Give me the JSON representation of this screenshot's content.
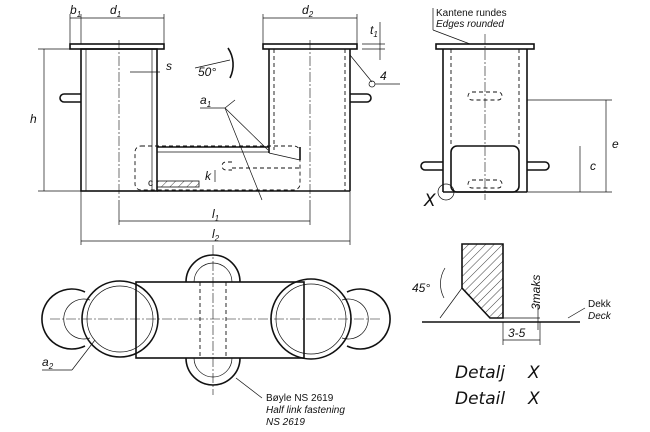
{
  "dimensions": {
    "b1": "b",
    "b1_sub": "1",
    "d1": "d",
    "d1_sub": "1",
    "d2": "d",
    "d2_sub": "2",
    "t1": "t",
    "t1_sub": "1",
    "s": "s",
    "angle_50": "50°",
    "a1": "a",
    "a1_sub": "1",
    "h": "h",
    "k": "k",
    "l1": "l",
    "l1_sub": "1",
    "l2": "l",
    "l2_sub": "2",
    "weld_4": "4",
    "e": "e",
    "c": "c",
    "small_c": "c",
    "a2": "a",
    "a2_sub": "2"
  },
  "callouts": {
    "edges_no": "Kantene rundes",
    "edges_en": "Edges rounded",
    "detail_marker": "X",
    "shackle_no": "Bøyle NS 2619",
    "shackle_en_1": "Half link fastening",
    "shackle_en_2": "NS 2619"
  },
  "detail": {
    "angle": "45°",
    "max": "3maks",
    "deck_no": "Dekk",
    "deck_en": "Deck",
    "gap": "3-5",
    "title_no": "Detalj",
    "title_en": "Detail",
    "marker": "X"
  }
}
